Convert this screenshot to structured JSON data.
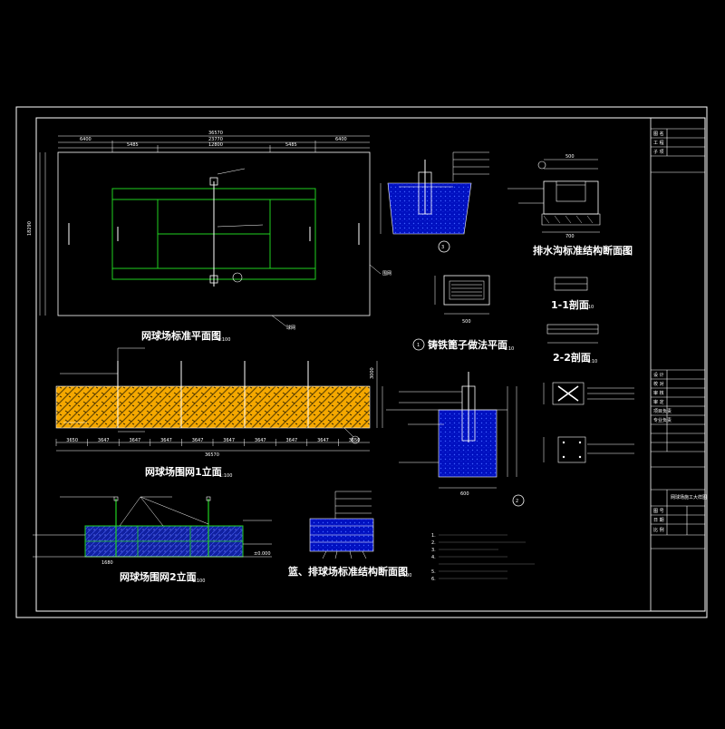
{
  "drawing": {
    "titles": {
      "court_plan": "网球场标准平面图",
      "court_plan_scale": "1:100",
      "fence1": "网球场围网1立面",
      "fence1_scale": "1:100",
      "fence2": "网球场围网2立面",
      "fence2_scale": "1:100",
      "section": "篮、排球场标准结构断面图",
      "section_scale": "1:100",
      "drain": "排水沟标准结构断面图",
      "drain_scale": "1:10",
      "grate": "铸铁篦子做法平面",
      "grate_scale": "1:10",
      "grate_no": "1",
      "sec1": "1-1剖面",
      "sec1_scale": "1:10",
      "sec2": "2-2剖面",
      "sec2_scale": "1:10",
      "detail3": "3",
      "detail2": "2"
    },
    "dims": {
      "plan_total": "36570",
      "plan_left": "6400",
      "plan_mid": "23770",
      "plan_right": "6400",
      "plan_sub_left": "5485",
      "plan_sub_mid": "12800",
      "plan_sub_right": "5485",
      "plan_side": "18290",
      "fence1_total": "36570",
      "fence1_h": "3000",
      "fence1_segs": [
        "3650",
        "3647",
        "3647",
        "3647",
        "3647",
        "3647",
        "3647",
        "3647",
        "3647",
        "3650"
      ],
      "fence2_w": "1680",
      "drain_top": "500",
      "drain_w": "700",
      "grate_w": "500",
      "post_w": "600"
    },
    "notes": [
      "1.",
      "2.",
      "3.",
      "4.",
      "5.",
      "6."
    ],
    "labels": {
      "net": "球网",
      "fence": "围网",
      "level": "±0.000"
    },
    "titleblock": {
      "rows": [
        "图 名",
        "工 程",
        "子 项",
        "设 计",
        "校 对",
        "审 核",
        "审 定",
        "项目负责",
        "专业负责",
        "图 号",
        "日 期",
        "比 例"
      ],
      "sheet_name": "网球场施工大样图"
    }
  }
}
